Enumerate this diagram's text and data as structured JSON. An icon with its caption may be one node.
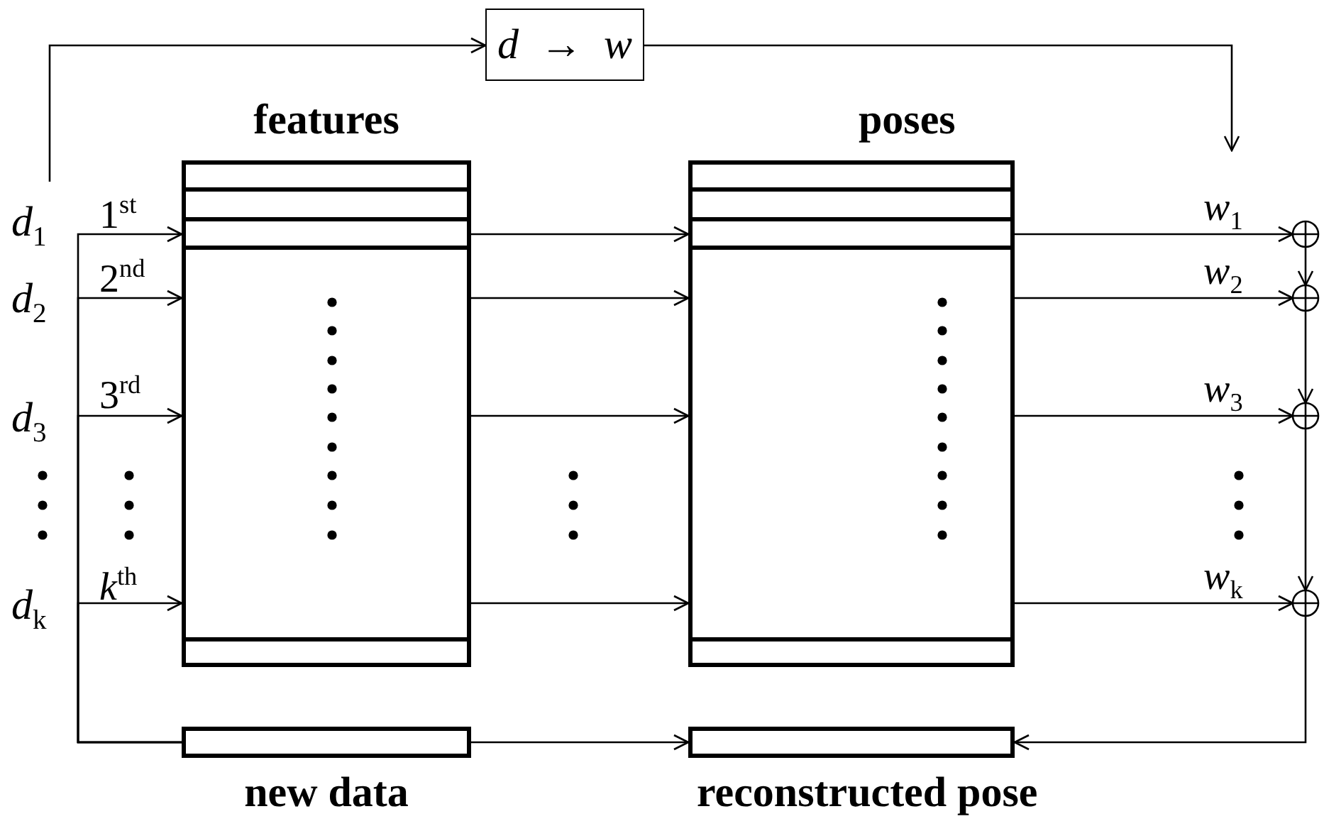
{
  "diagram": {
    "nodes": [
      {
        "text": [
          "*d* → *w*"
        ]
      },
      {
        "text": [
          "features"
        ]
      },
      {
        "text": [
          "poses"
        ]
      },
      {
        "text": [
          "new data"
        ]
      },
      {
        "text": [
          "reconstructed pose"
        ]
      },
      {
        "text": [],
        "shape": "circle"
      },
      {
        "text": [],
        "shape": "circle"
      },
      {
        "text": [],
        "shape": "circle"
      },
      {
        "text": [],
        "shape": "circle"
      },
      {
        "text": [
          "*d*$_{1}$"
        ]
      }
    ],
    "edges": [
      {
        "from": 9,
        "to": 0,
        "arrow": "to"
      },
      {
        "from": 0,
        "to": null,
        "arrow": "to"
      },
      {
        "from": 3,
        "to": 1,
        "arrow": "to",
        "label": "1$^{st}$"
      },
      {
        "from": 3,
        "to": 1,
        "arrow": "to",
        "label": "2$^{nd}$"
      },
      {
        "from": 3,
        "to": 1,
        "arrow": "to",
        "label": "3$^{rd}$"
      },
      {
        "from": 3,
        "to": 1,
        "arrow": "to",
        "label": "*k*$^{th}$"
      },
      {
        "from": 1,
        "to": 2,
        "arrow": "to"
      },
      {
        "from": 1,
        "to": 2,
        "arrow": "to"
      },
      {
        "from": 1,
        "to": 2,
        "arrow": "to"
      },
      {
        "from": 1,
        "to": 2,
        "arrow": "to"
      },
      {
        "from": 2,
        "to": 5,
        "arrow": "to",
        "label": "*w*$_{1}$"
      },
      {
        "from": 2,
        "to": 6,
        "arrow": "to",
        "label": "*w*$_{2}$"
      },
      {
        "from": 2,
        "to": 7,
        "arrow": "to",
        "label": "*w*$_{3}$"
      },
      {
        "from": 2,
        "to": 8,
        "arrow": "to",
        "label": "*w*$_{k}$"
      },
      {
        "from": 5,
        "to": 6,
        "arrow": "to"
      },
      {
        "from": 6,
        "to": 7,
        "arrow": "to"
      },
      {
        "from": 7,
        "to": 8,
        "arrow": "to"
      },
      {
        "from": 8,
        "to": 4,
        "arrow": "to"
      },
      {
        "from": 3,
        "to": 4,
        "arrow": "to"
      }
    ],
    "labels": [
      "*d*$_{2}$",
      "*d*$_{3}$",
      "*d*$_{k}$"
    ]
  }
}
